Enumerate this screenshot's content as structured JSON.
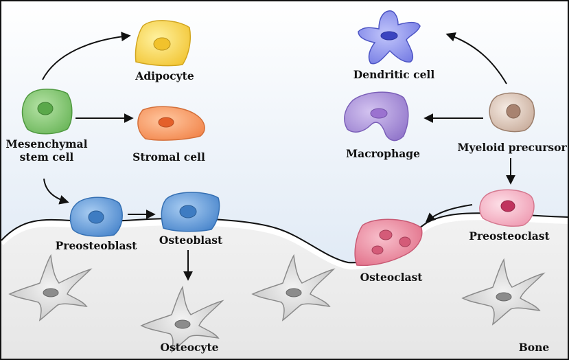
{
  "labels": {
    "adipocyte": "Adipocyte",
    "stromal_cell": "Stromal cell",
    "msc_line1": "Mesenchymal",
    "msc_line2": "stem cell",
    "preosteoblast": "Preosteoblast",
    "osteoblast": "Osteoblast",
    "osteocyte": "Osteocyte",
    "dendritic_cell": "Dendritic cell",
    "macrophage": "Macrophage",
    "myeloid_precursor": "Myeloid precursor",
    "preosteoclast": "Preosteoclast",
    "osteoclast": "Osteoclast",
    "bone": "Bone"
  },
  "colors": {
    "sky_top": "#ffffff",
    "sky_bottom": "#dbe6f3",
    "bone": "#eeeeee",
    "msc": "#7cc46a",
    "adipocyte": "#f7d44a",
    "stromal": "#f59a62",
    "osteoblast": "#5b97d8",
    "osteocyte": "#cfcfcf",
    "dendritic": "#7f86e8",
    "macrophage": "#a58bd6",
    "myeloid": "#cdb7aa",
    "preosteoclast": "#f4a9bc",
    "osteoclast": "#e98097"
  }
}
